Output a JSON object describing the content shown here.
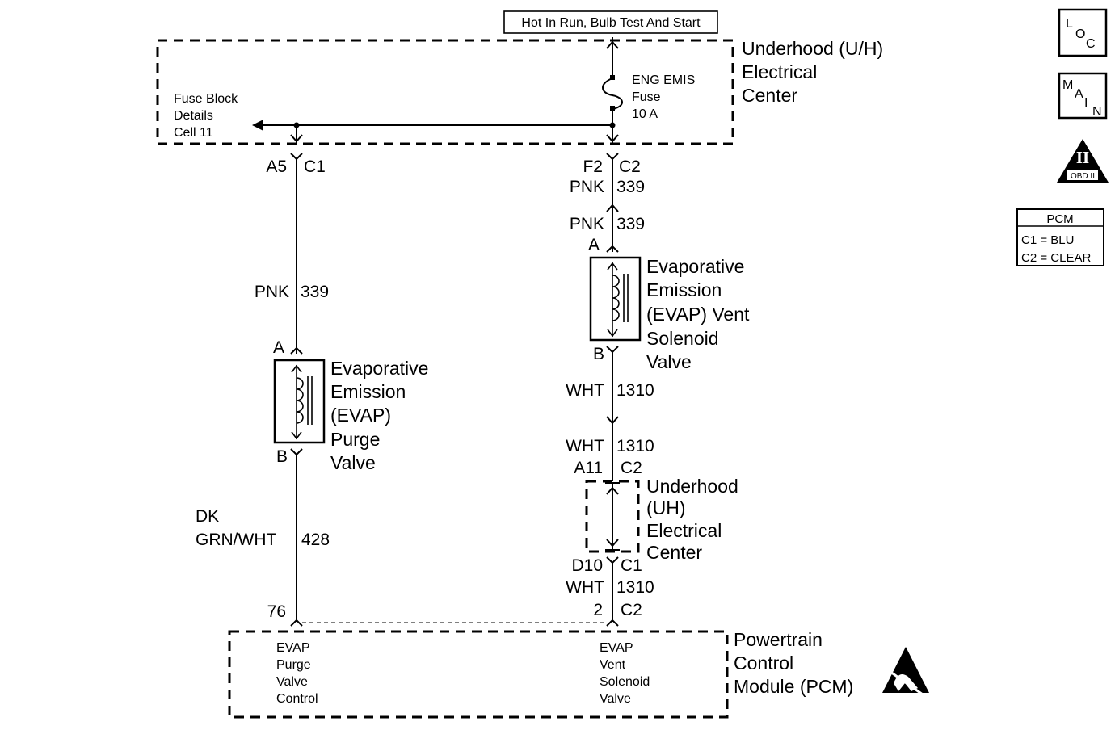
{
  "power": {
    "label": "Hot In Run, Bulb Test And Start"
  },
  "uh_center_top": {
    "title_line1": "Underhood (U/H)",
    "title_line2": "Electrical",
    "title_line3": "Center",
    "fuse_line1": "ENG EMIS",
    "fuse_line2": "Fuse",
    "fuse_line3": "10 A",
    "ref_line1": "Fuse Block",
    "ref_line2": "Details",
    "ref_line3": "Cell 11"
  },
  "left_circuit": {
    "conn_pin": "A5",
    "conn_id": "C1",
    "wire1_color": "PNK",
    "wire1_num": "339",
    "pin_a": "A",
    "pin_b": "B",
    "device_line1": "Evaporative",
    "device_line2": "Emission",
    "device_line3": "(EVAP)",
    "device_line4": "Purge",
    "device_line5": "Valve",
    "wire2_color_line1": "DK",
    "wire2_color_line2": "GRN/WHT",
    "wire2_num": "428",
    "pcm_pin": "76"
  },
  "right_circuit": {
    "conn1_pin": "F2",
    "conn1_id": "C2",
    "wire1a_color": "PNK",
    "wire1a_num": "339",
    "wire1b_color": "PNK",
    "wire1b_num": "339",
    "pin_a": "A",
    "pin_b": "B",
    "device_line1": "Evaporative",
    "device_line2": "Emission",
    "device_line3": "(EVAP) Vent",
    "device_line4": "Solenoid",
    "device_line5": "Valve",
    "wire2a_color": "WHT",
    "wire2a_num": "1310",
    "wire2b_color": "WHT",
    "wire2b_num": "1310",
    "conn2_pin": "A11",
    "conn2_id": "C2",
    "uh_line1": "Underhood",
    "uh_line2": "(UH)",
    "uh_line3": "Electrical",
    "uh_line4": "Center",
    "conn3_pin": "D10",
    "conn3_id": "C1",
    "wire3_color": "WHT",
    "wire3_num": "1310",
    "pcm_pin": "2",
    "pcm_conn": "C2"
  },
  "pcm": {
    "title_line1": "Powertrain",
    "title_line2": "Control",
    "title_line3": "Module (PCM)",
    "left_label_line1": "EVAP",
    "left_label_line2": "Purge",
    "left_label_line3": "Valve",
    "left_label_line4": "Control",
    "right_label_line1": "EVAP",
    "right_label_line2": "Vent",
    "right_label_line3": "Solenoid",
    "right_label_line4": "Valve"
  },
  "legend": {
    "loc_l": "L",
    "loc_o": "O",
    "loc_c": "C",
    "main_m": "M",
    "main_a": "A",
    "main_i": "I",
    "main_n": "N",
    "obd_numeral": "II",
    "obd_text": "OBD II",
    "pcm_title": "PCM",
    "pcm_c1": "C1 = BLU",
    "pcm_c2": "C2 = CLEAR"
  }
}
